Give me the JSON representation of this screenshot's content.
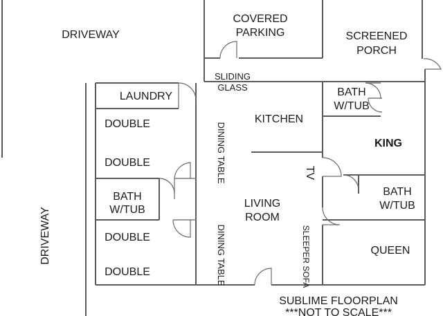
{
  "labels": {
    "driveway_top": "DRIVEWAY",
    "driveway_left": "DRIVEWAY",
    "covered_parking_1": "COVERED",
    "covered_parking_2": "PARKING",
    "screened_porch_1": "SCREENED",
    "screened_porch_2": "PORCH",
    "sliding_glass_1": "SLIDING",
    "sliding_glass_2": "GLASS",
    "laundry": "LAUNDRY",
    "kitchen": "KITCHEN",
    "bath_top_1": "BATH",
    "bath_top_2": "W/TUB",
    "king": "KING",
    "double_1": "DOUBLE",
    "double_2": "DOUBLE",
    "dining_table_upper": "DINING TABLE",
    "tv": "TV",
    "bath_left_1": "BATH",
    "bath_left_2": "W/TUB",
    "living_room_1": "LIVING",
    "living_room_2": "ROOM",
    "bath_right_1": "BATH",
    "bath_right_2": "W/TUB",
    "double_3": "DOUBLE",
    "double_4": "DOUBLE",
    "dining_table_lower": "DINING TABLE",
    "sleeper_sofa": "SLEEPER SOFA",
    "queen": "QUEEN",
    "caption_1": "SUBLIME FLOORPLAN",
    "caption_2": "***NOT TO SCALE***"
  }
}
